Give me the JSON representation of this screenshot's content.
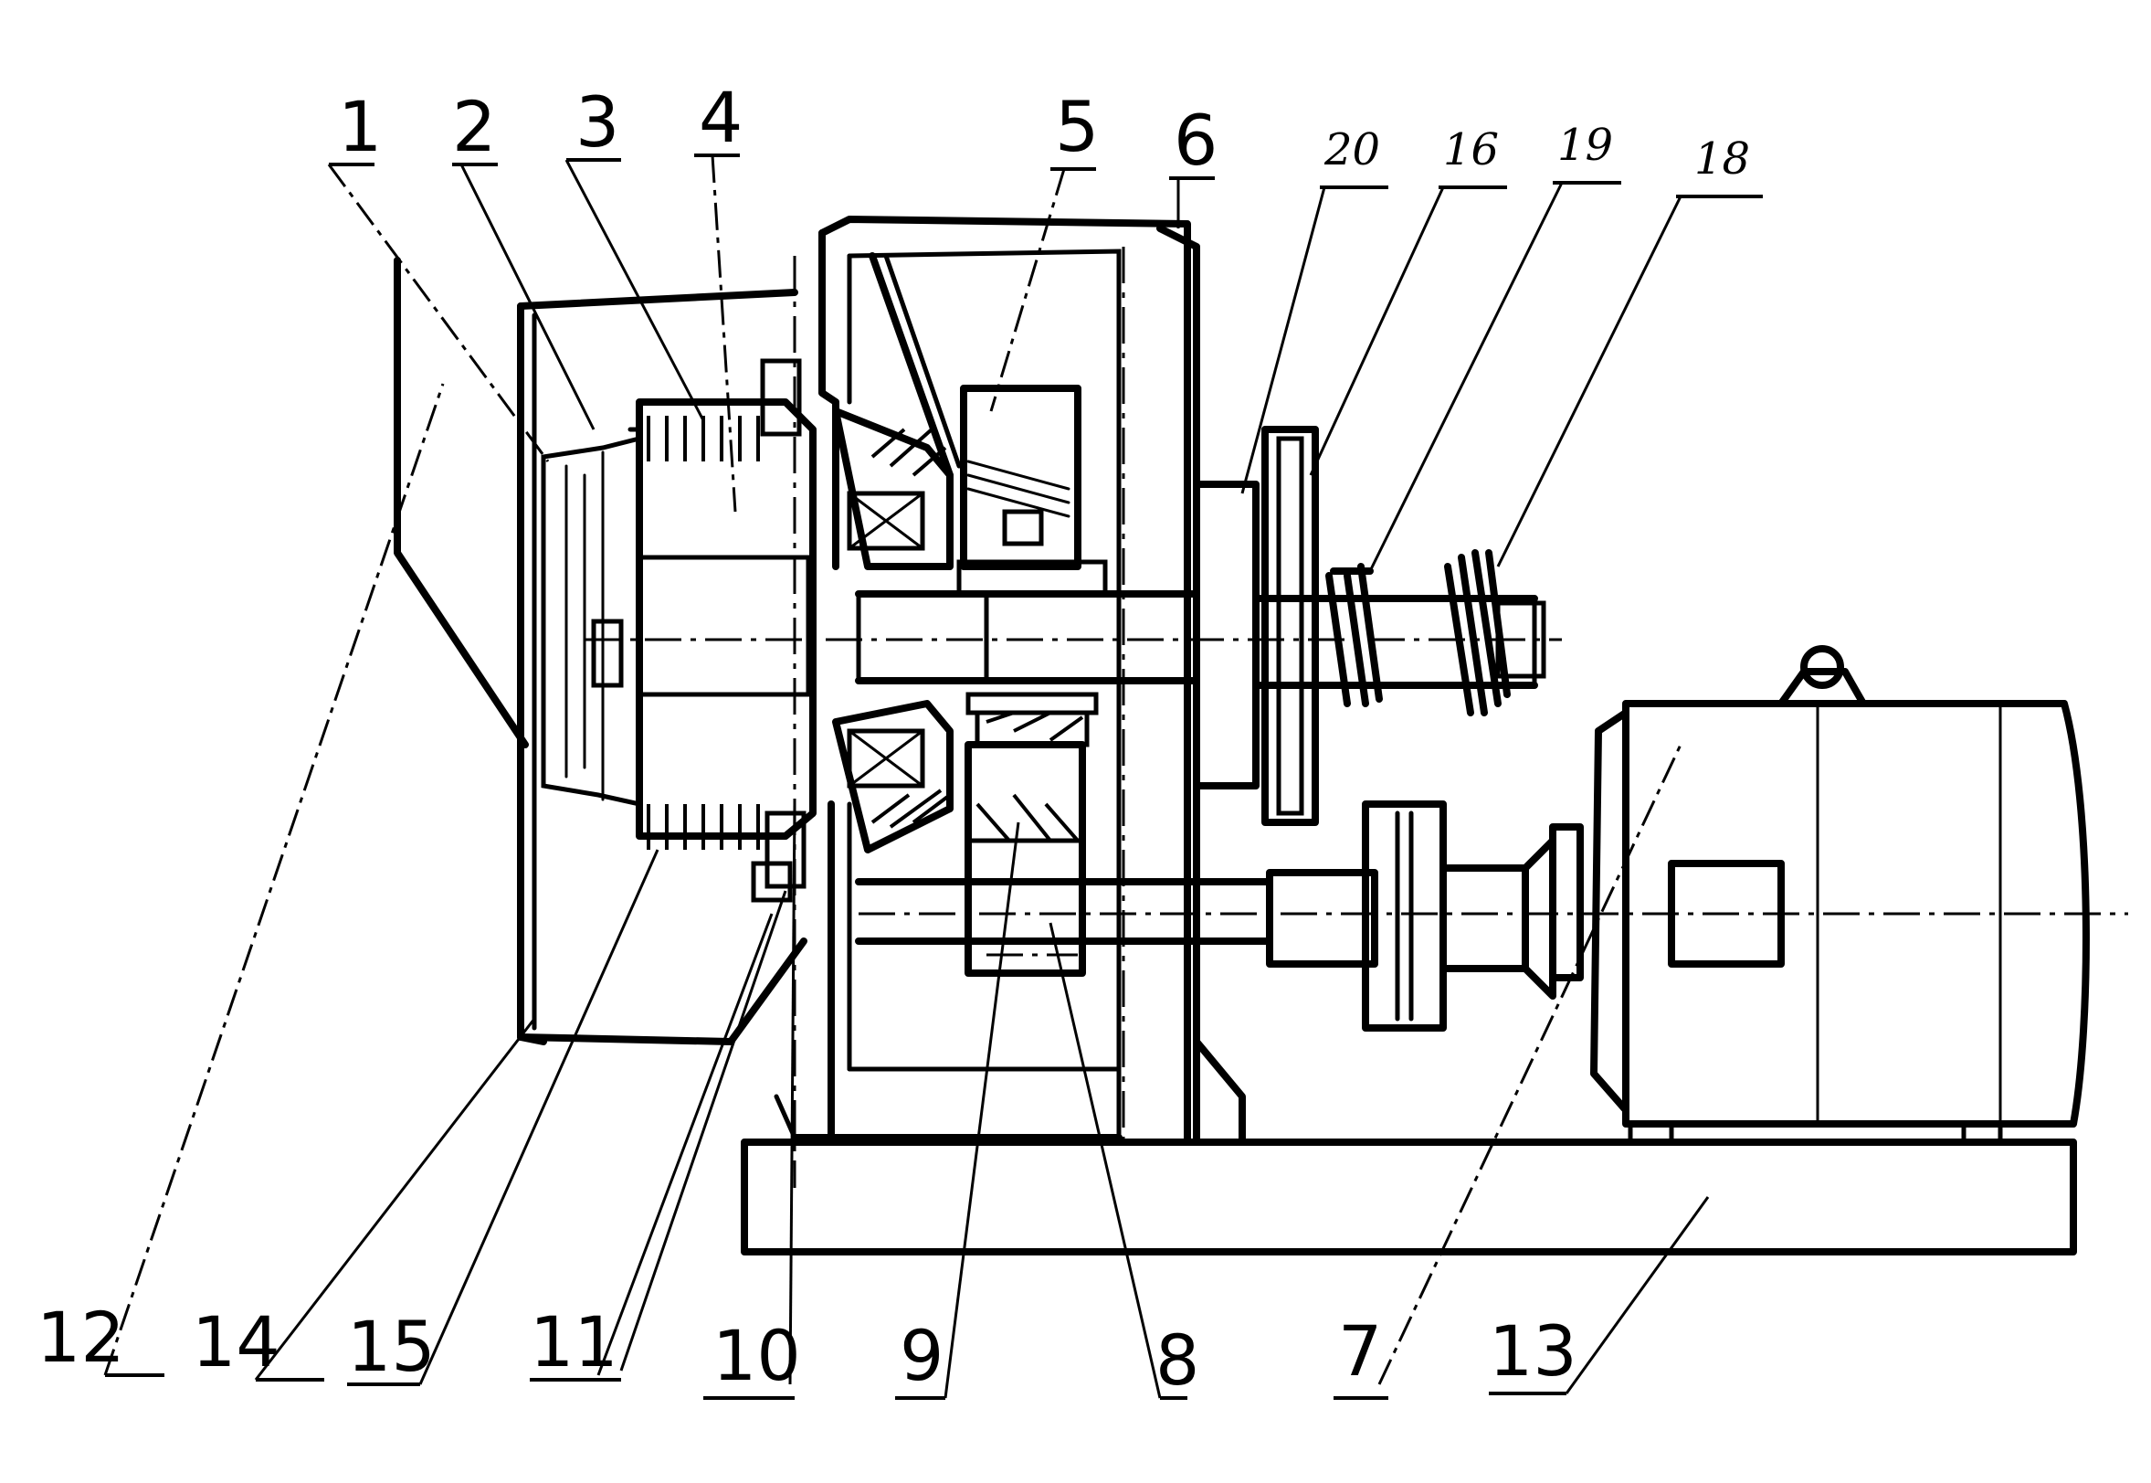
{
  "diagram": {
    "labels": [
      {
        "id": "1",
        "text": "1"
      },
      {
        "id": "2",
        "text": "2"
      },
      {
        "id": "3",
        "text": "3"
      },
      {
        "id": "4",
        "text": "4"
      },
      {
        "id": "5",
        "text": "5"
      },
      {
        "id": "6",
        "text": "6"
      },
      {
        "id": "20",
        "text": "20"
      },
      {
        "id": "16",
        "text": "16"
      },
      {
        "id": "19",
        "text": "19"
      },
      {
        "id": "18",
        "text": "18"
      },
      {
        "id": "12",
        "text": "12"
      },
      {
        "id": "14",
        "text": "14"
      },
      {
        "id": "15",
        "text": "15"
      },
      {
        "id": "11",
        "text": "11"
      },
      {
        "id": "10",
        "text": "10"
      },
      {
        "id": "9",
        "text": "9"
      },
      {
        "id": "8",
        "text": "8"
      },
      {
        "id": "7",
        "text": "7"
      },
      {
        "id": "13",
        "text": "13"
      }
    ]
  }
}
